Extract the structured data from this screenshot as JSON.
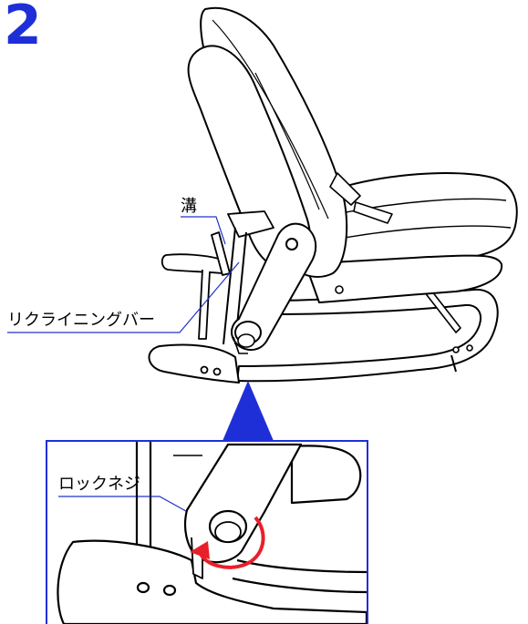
{
  "step": {
    "number": "2"
  },
  "labels": {
    "groove": "溝",
    "reclining_bar": "リクライニングバー",
    "lock_screw": "ロックネジ"
  },
  "colors": {
    "accent_blue": "#1f2fd8",
    "arrow_red": "#e8202a",
    "leader_line": "#2233cc"
  }
}
